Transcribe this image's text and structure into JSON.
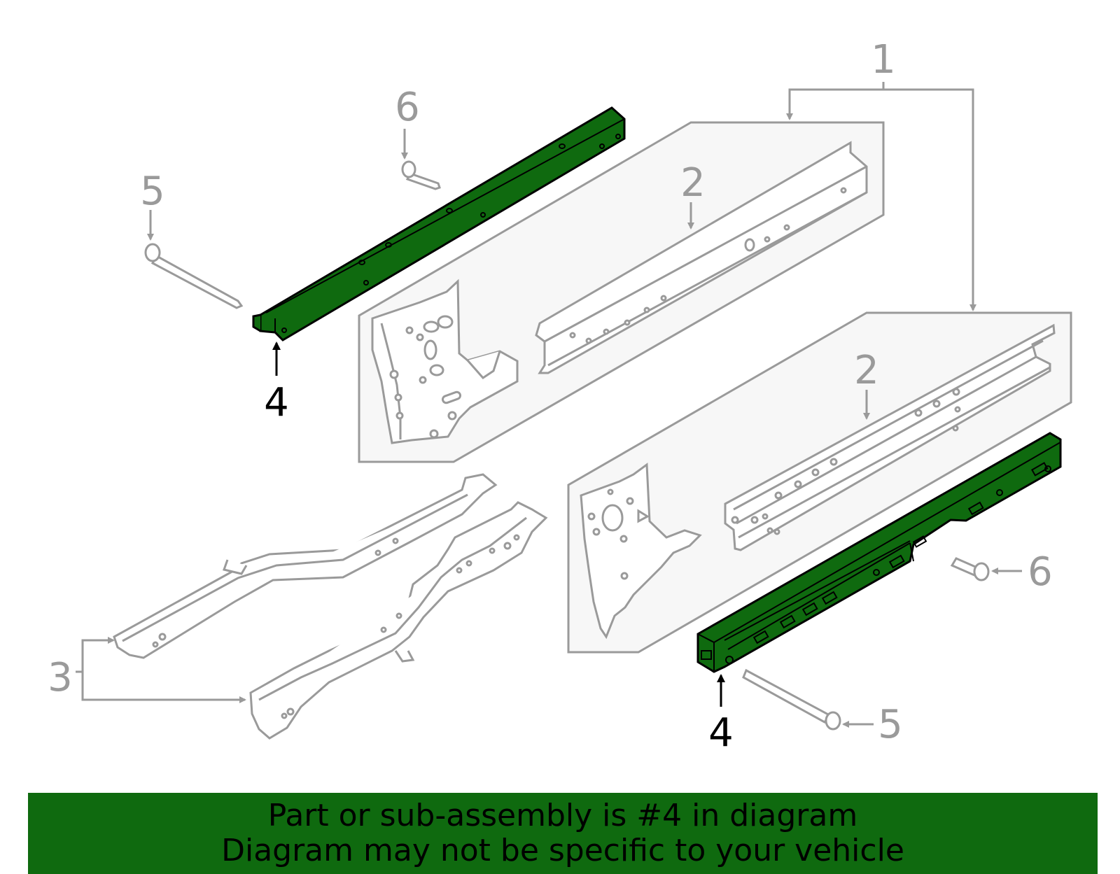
{
  "callouts": {
    "c1": "1",
    "c2a": "2",
    "c2b": "2",
    "c3": "3",
    "c4a": "4",
    "c4b": "4",
    "c5a": "5",
    "c5b": "5",
    "c6a": "6",
    "c6b": "6"
  },
  "banner": {
    "line1": "Part or sub-assembly is #4 in diagram",
    "line2": "Diagram may not be specific to your vehicle"
  },
  "colors": {
    "highlight": "#0f6a0f",
    "line_gray": "#9a9a9a",
    "panel_fill": "#f7f7f7"
  }
}
